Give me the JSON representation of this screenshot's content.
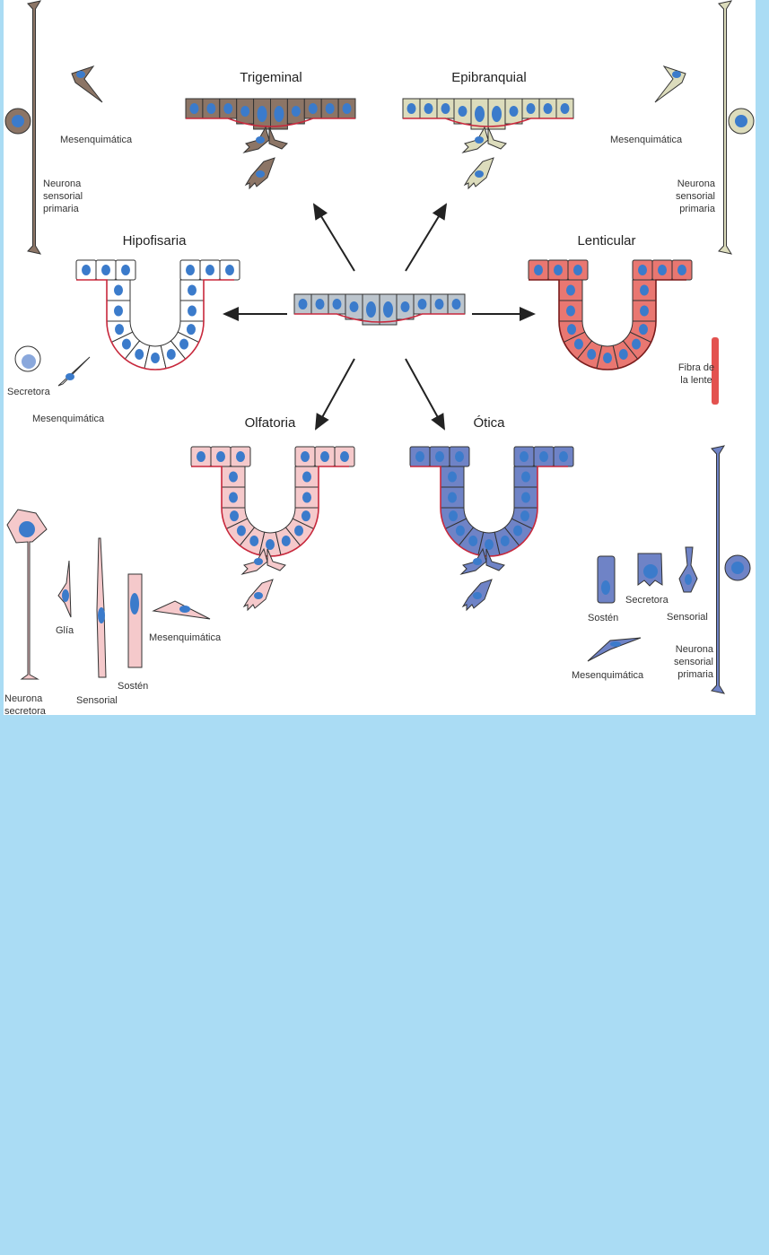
{
  "placodes": {
    "trigeminal": "Trigeminal",
    "epibranquial": "Epibranquial",
    "hipofisaria": "Hipofisaria",
    "lenticular": "Lenticular",
    "olfatoria": "Olfatoria",
    "otica": "Ótica"
  },
  "labels": {
    "trig_mes": "Mesenquimática",
    "trig_neuron": [
      "Neurona",
      "sensorial",
      "primaria"
    ],
    "epi_mes": "Mesenquimática",
    "epi_neuron": [
      "Neurona",
      "sensorial",
      "primaria"
    ],
    "hipo_secretora": "Secretora",
    "hipo_mes": "Mesenquimática",
    "lens_fiber": [
      "Fibra de",
      "la lente"
    ],
    "olf_glia": "Glía",
    "olf_mes": "Mesenquimática",
    "olf_sosten": "Sostén",
    "olf_sensorial": "Sensorial",
    "olf_neuron": [
      "Neurona",
      "secretora"
    ],
    "ot_secretora": "Secretora",
    "ot_sosten": "Sostén",
    "ot_sensorial": "Sensorial",
    "ot_mes": "Mesenquimática",
    "ot_neuron": [
      "Neurona",
      "sensorial",
      "primaria"
    ]
  },
  "colors": {
    "background": "#aadcf4",
    "trigeminal": "#8c7566",
    "epibranquial": "#dcdcbc",
    "preplacodal": "#bcc5cd",
    "hipofisaria": "#ffffff",
    "lenticular": "#e97771",
    "olfatoria": "#f5c9cb",
    "otica": "#6f83c6",
    "nucleus": "#3b7bcb",
    "basal": "#c8283c"
  }
}
